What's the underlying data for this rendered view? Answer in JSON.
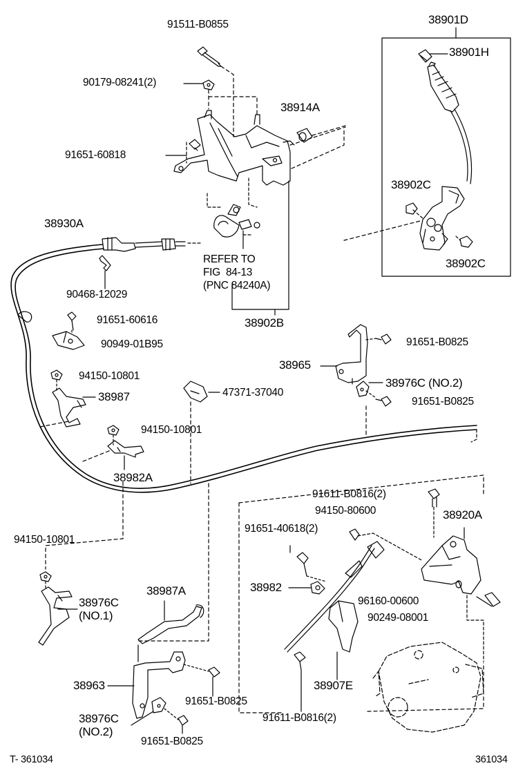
{
  "diagram": {
    "code_left": "T- 361034",
    "code_right": "361034",
    "labels": {
      "p38901D": "38901D",
      "p38901H": "38901H",
      "p91511B0855": "91511-B0855",
      "p9017908241": "90179-08241(2)",
      "p38914A": "38914A",
      "p9165160818": "91651-60818",
      "p38902C_a": "38902C",
      "p38902C_b": "38902C",
      "p38930A": "38930A",
      "refer": "REFER TO\nFIG  84-13\n(PNC 84240A)",
      "p9046812029": "90468-12029",
      "p38902B": "38902B",
      "p9165160616": "91651-60616",
      "p9094901B95": "90949-01B95",
      "p91651B0825_a": "91651-B0825",
      "p38965": "38965",
      "p9415010801_a": "94150-10801",
      "p38976C_no2_a": "38976C (NO.2)",
      "p38987": "38987",
      "p4737137040": "47371-37040",
      "p91651B0825_b": "91651-B0825",
      "p9415010801_b": "94150-10801",
      "p38982A": "38982A",
      "p91611B0816_a": "91611-B0816(2)",
      "p9415080600": "94150-80600",
      "p38920A": "38920A",
      "p9165140618": "91651-40618(2)",
      "p9415010801_c": "94150-10801",
      "p38982": "38982",
      "p38976C_no1": "38976C\n(NO.1)",
      "p38987A": "38987A",
      "p9616000600": "96160-00600",
      "p9024908001": "90249-08001",
      "p38963": "38963",
      "p38907E": "38907E",
      "p91651B0825_c": "91651-B0825",
      "p38976C_no2_b": "38976C\n(NO.2)",
      "p91611B0816_b": "91611-B0816(2)",
      "p91651B0825_d": "91651-B0825"
    }
  }
}
